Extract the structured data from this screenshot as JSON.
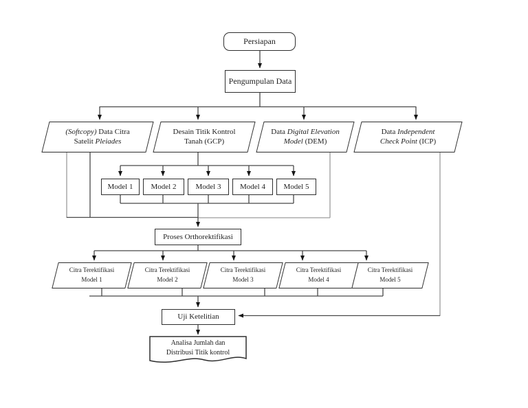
{
  "colors": {
    "ink": "#1e1e1e",
    "border": "#2e2e2e",
    "line": "#484848",
    "line-light": "#9c9c9c",
    "paper": "#ffffff"
  },
  "flowchart": {
    "persiapan": {
      "label": "Persiapan"
    },
    "pengumpulan_data": {
      "label": "Pengumpulan Data"
    },
    "inputs": {
      "softcopy": {
        "l1a": "(Softcopy)",
        "l1b": " Data Citra",
        "l2a": "Satelit ",
        "l2b": "Pleiades"
      },
      "gcp": {
        "l1": "Desain Titik Kontrol",
        "l2": "Tanah (GCP)"
      },
      "dem": {
        "l1a": "Data ",
        "l1b": "Digital Elevation",
        "l2a": "Model",
        "l2b": " (DEM)"
      },
      "icp": {
        "l1a": "Data ",
        "l1b": "Independent",
        "l2a": "Check Point",
        "l2b": " (ICP)"
      }
    },
    "models": [
      {
        "label": "Model 1"
      },
      {
        "label": "Model 2"
      },
      {
        "label": "Model 3"
      },
      {
        "label": "Model 4"
      },
      {
        "label": "Model 5"
      }
    ],
    "proses": {
      "label": "Proses Orthorektifikasi"
    },
    "outputs": [
      {
        "l1": "Citra Terektifikasi",
        "l2": "Model 1"
      },
      {
        "l1": "Citra Terektifikasi",
        "l2": "Model 2"
      },
      {
        "l1": "Citra Terektifikasi",
        "l2": "Model 3"
      },
      {
        "l1": "Citra Terektifikasi",
        "l2": "Model 4"
      },
      {
        "l1": "Citra Terektifikasi",
        "l2": "Model 5"
      }
    ],
    "uji": {
      "label": "Uji Ketelitian"
    },
    "analisa": {
      "l1": "Analisa Jumlah dan",
      "l2": "Distribusi Titik kontrol"
    }
  }
}
